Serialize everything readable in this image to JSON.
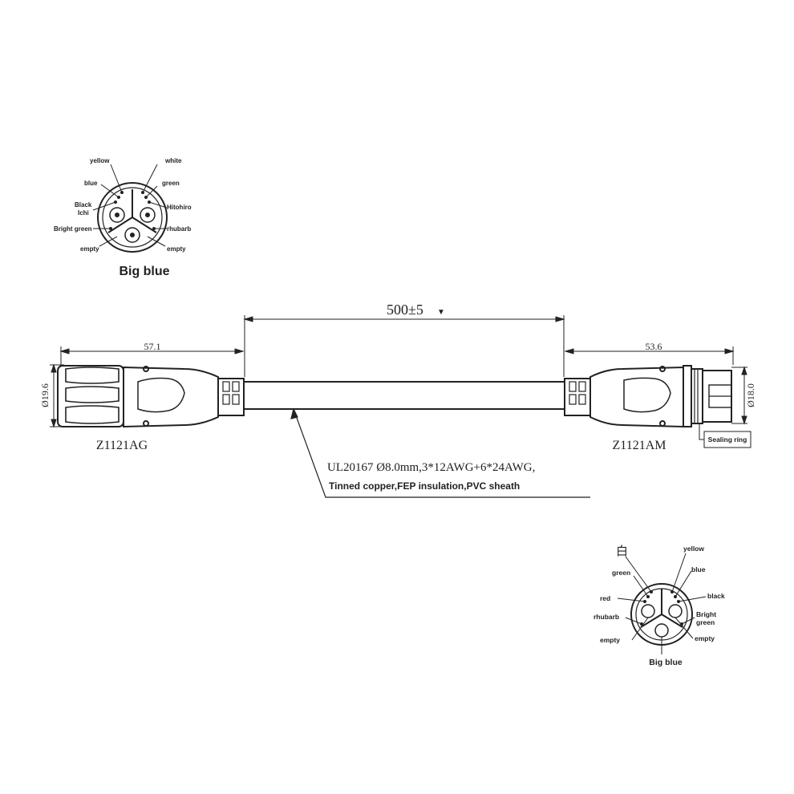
{
  "top_connector": {
    "labels": {
      "yellow": "yellow",
      "white": "white",
      "blue": "blue",
      "green": "green",
      "black": "Black",
      "ichi": "Ichi",
      "hitohiro": "Hitohiro",
      "bright_green": "Bright green",
      "rhubarb": "rhubarb",
      "empty_left": "empty",
      "empty_right": "empty"
    },
    "caption": "Big blue"
  },
  "cable": {
    "length": "500±5",
    "marker": "▼",
    "left_len": "57.1",
    "right_len": "53.6",
    "left_dia": "Ø19.6",
    "right_dia": "Ø18.0",
    "left_model": "Z1121AG",
    "right_model": "Z1121AM",
    "sealing_ring": "Sealing ring",
    "spec_line1": "UL20167 Ø8.0mm,3*12AWG+6*24AWG,",
    "spec_line2": "Tinned copper,FEP insulation,PVC sheath"
  },
  "bottom_connector": {
    "labels": {
      "bai": "白",
      "yellow": "yellow",
      "green": "green",
      "blue": "blue",
      "red": "red",
      "black": "black",
      "rhubarb": "rhubarb",
      "bright": "Bright",
      "green2": "green",
      "empty_left": "empty",
      "empty_right": "empty"
    },
    "caption": "Big blue"
  }
}
